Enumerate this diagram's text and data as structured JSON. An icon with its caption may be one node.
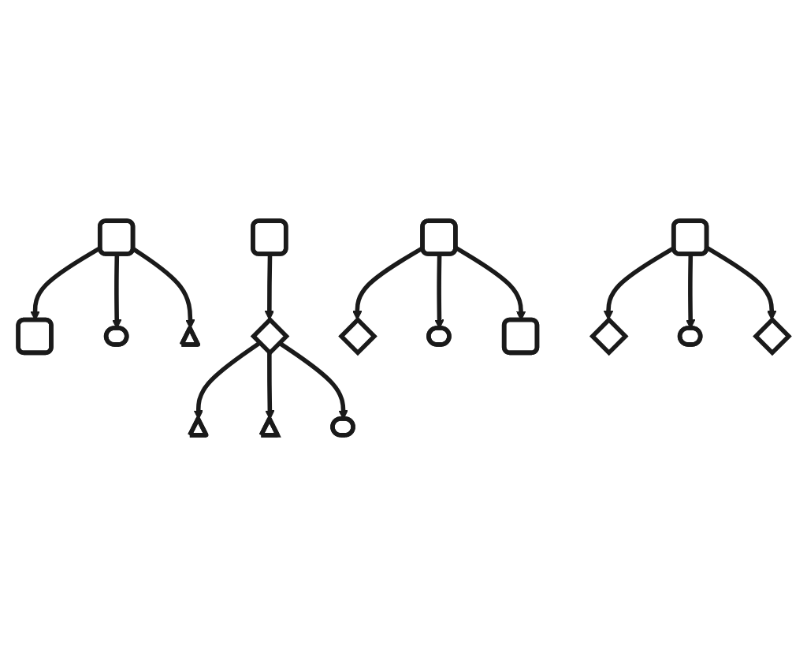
{
  "diagram": {
    "nodes": [
      {
        "text": [],
        "shape": "box"
      },
      {
        "text": [],
        "shape": "box"
      },
      {
        "text": [],
        "shape": "ellipse"
      },
      {
        "text": [],
        "shape": "triangle"
      },
      {
        "text": [],
        "shape": "box"
      },
      {
        "text": [],
        "shape": "triangle"
      },
      {
        "text": [],
        "shape": "diamond"
      },
      {
        "text": [],
        "shape": "triangle"
      },
      {
        "text": [],
        "shape": "ellipse"
      },
      {
        "text": [],
        "shape": "box"
      },
      {
        "text": [],
        "shape": "diamond"
      },
      {
        "text": [],
        "shape": "ellipse"
      },
      {
        "text": [],
        "shape": "box"
      },
      {
        "text": [],
        "shape": "diamond"
      },
      {
        "text": [],
        "shape": "box"
      },
      {
        "text": [],
        "shape": "ellipse"
      },
      {
        "text": [],
        "shape": "diamond"
      }
    ],
    "edges": [
      {
        "from": 0,
        "to": 1,
        "arrow": "to"
      },
      {
        "from": 0,
        "to": 2,
        "arrow": "to"
      },
      {
        "from": 0,
        "to": 3,
        "arrow": "to"
      },
      {
        "from": 4,
        "to": 6,
        "arrow": "to"
      },
      {
        "from": 6,
        "to": 5,
        "arrow": "to"
      },
      {
        "from": 6,
        "to": 7,
        "arrow": "to"
      },
      {
        "from": 6,
        "to": 8,
        "arrow": "to"
      },
      {
        "from": 9,
        "to": 10,
        "arrow": "to"
      },
      {
        "from": 9,
        "to": 11,
        "arrow": "to"
      },
      {
        "from": 9,
        "to": 12,
        "arrow": "to"
      },
      {
        "from": 14,
        "to": 13,
        "arrow": "to"
      },
      {
        "from": 14,
        "to": 15,
        "arrow": "to"
      },
      {
        "from": 14,
        "to": 16,
        "arrow": "to"
      }
    ]
  }
}
